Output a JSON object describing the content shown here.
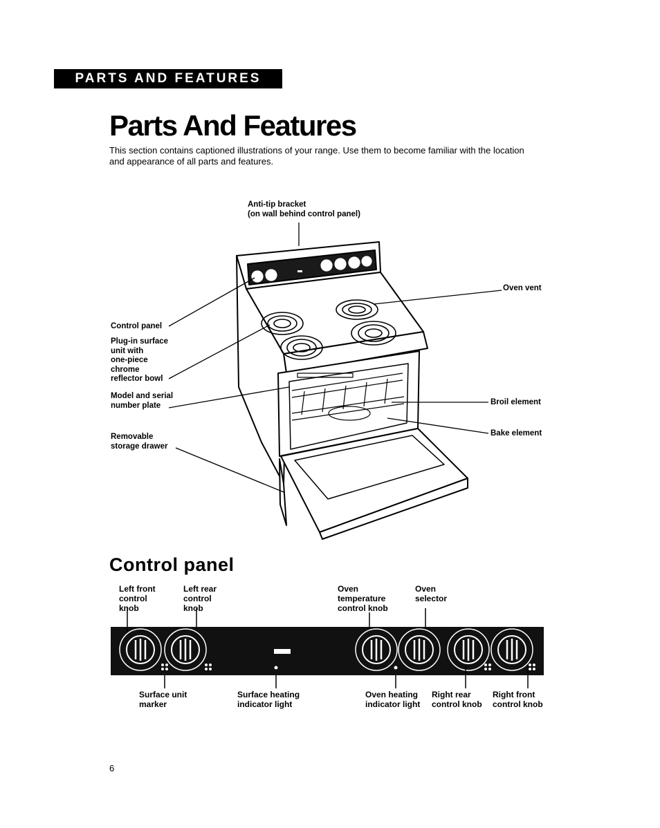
{
  "header": {
    "banner": "PARTS AND FEATURES",
    "title": "Parts And Features",
    "intro": "This section contains captioned illustrations of your range. Use them to become familiar with the location and appearance of all parts and features."
  },
  "range_callouts": {
    "anti_tip": [
      "Anti-tip bracket",
      "(on wall behind control panel)"
    ],
    "oven_vent": "Oven vent",
    "control_panel": "Control panel",
    "plug_in": [
      "Plug-in surface",
      "unit with",
      "one-piece",
      "chrome",
      "reflector bowl"
    ],
    "model_serial": [
      "Model and serial",
      "number plate"
    ],
    "storage_drawer": [
      "Removable",
      "storage drawer"
    ],
    "broil_element": "Broil element",
    "bake_element": "Bake element"
  },
  "control_panel": {
    "heading": "Control panel",
    "top_labels": {
      "left_front": [
        "Left front",
        "control",
        "knob"
      ],
      "left_rear": [
        "Left rear",
        "control",
        "knob"
      ],
      "oven_temp": [
        "Oven",
        "temperature",
        "control knob"
      ],
      "oven_selector": [
        "Oven",
        "selector"
      ]
    },
    "bottom_labels": {
      "surface_marker": [
        "Surface unit",
        "marker"
      ],
      "surface_heating": [
        "Surface heating",
        "indicator light"
      ],
      "oven_heating": [
        "Oven heating",
        "indicator light"
      ],
      "right_rear": [
        "Right rear",
        "control knob"
      ],
      "right_front": [
        "Right front",
        "control knob"
      ]
    }
  },
  "footer": {
    "page_number": "6"
  }
}
